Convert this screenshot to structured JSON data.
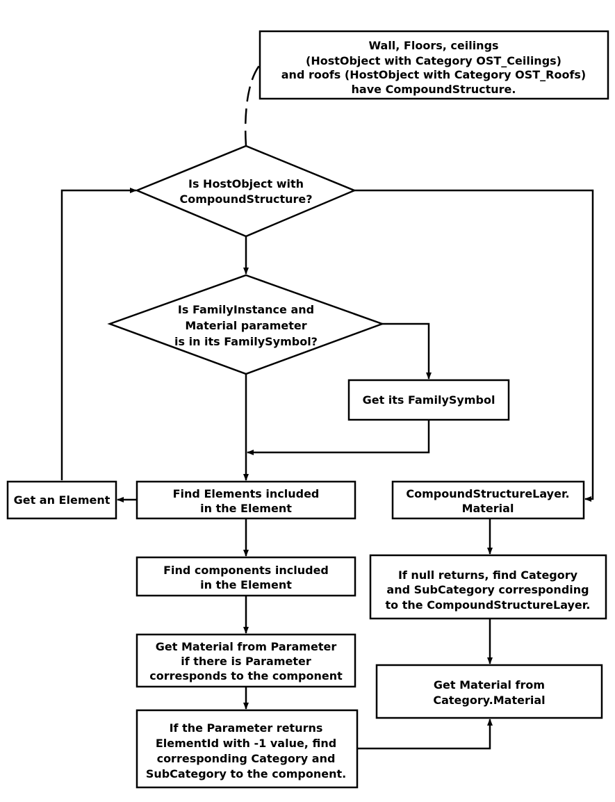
{
  "note": {
    "lines": [
      "Wall, Floors, ceilings",
      "(HostObject with Category OST_Ceilings)",
      "and roofs (HostObject with Category OST_Roofs)",
      "have CompoundStructure."
    ]
  },
  "decision_host": {
    "lines": [
      "Is HostObject with",
      "CompoundStructure?"
    ]
  },
  "decision_family": {
    "lines": [
      "Is FamilyInstance and",
      "Material parameter",
      "is in its FamilySymbol?"
    ]
  },
  "get_family_symbol": {
    "lines": [
      "Get its FamilySymbol"
    ]
  },
  "get_element": {
    "lines": [
      "Get an Element"
    ]
  },
  "find_elements": {
    "lines": [
      "Find Elements included",
      "in the Element"
    ]
  },
  "find_components": {
    "lines": [
      "Find components included",
      "in the Element"
    ]
  },
  "get_material_param": {
    "lines": [
      "Get Material from Parameter",
      "if there is Parameter",
      "corresponds to the component"
    ]
  },
  "param_minus_one": {
    "lines": [
      "If the Parameter returns",
      "ElementId with -1 value, find",
      "corresponding Category and",
      "SubCategory to the component."
    ]
  },
  "compound_layer": {
    "lines": [
      "CompoundStructureLayer.",
      "Material"
    ]
  },
  "null_returns": {
    "lines": [
      "If null returns, find Category",
      "and SubCategory corresponding",
      "to the CompoundStructureLayer."
    ]
  },
  "material_from_category": {
    "lines": [
      "Get Material from",
      "Category.Material"
    ]
  }
}
